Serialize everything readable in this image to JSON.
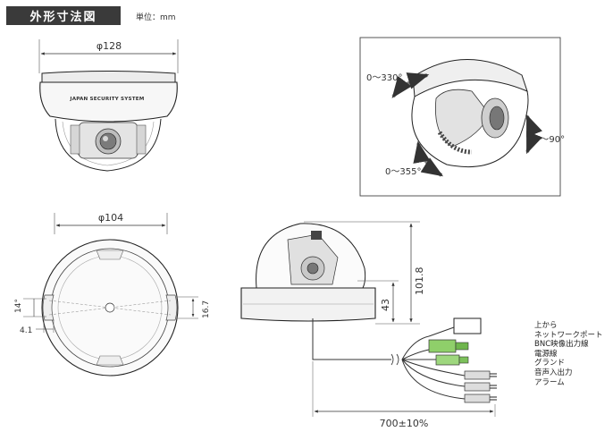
{
  "header": {
    "title": "外形寸法図",
    "unit_label": "単位：mm"
  },
  "front_view": {
    "width_label": "φ128",
    "brand_text": "JAPAN SECURITY SYSTEM"
  },
  "rotation_view": {
    "pan_label": "0～330°",
    "tilt_label": "7～90°",
    "rotate_label": "0～355°"
  },
  "bottom_view": {
    "width_label": "φ104",
    "angle_label": "14°",
    "hole_offset_label": "4.1",
    "hole_spacing_label": "16.7"
  },
  "side_view": {
    "height_label": "101.8",
    "base_height_label": "43",
    "cable_length_label": "700±10%"
  },
  "cable_legend": {
    "items": [
      "上から",
      "ネットワークポート",
      "BNC映像出力線",
      "電源線",
      "グランド",
      "音声入出力",
      "アラーム"
    ]
  }
}
